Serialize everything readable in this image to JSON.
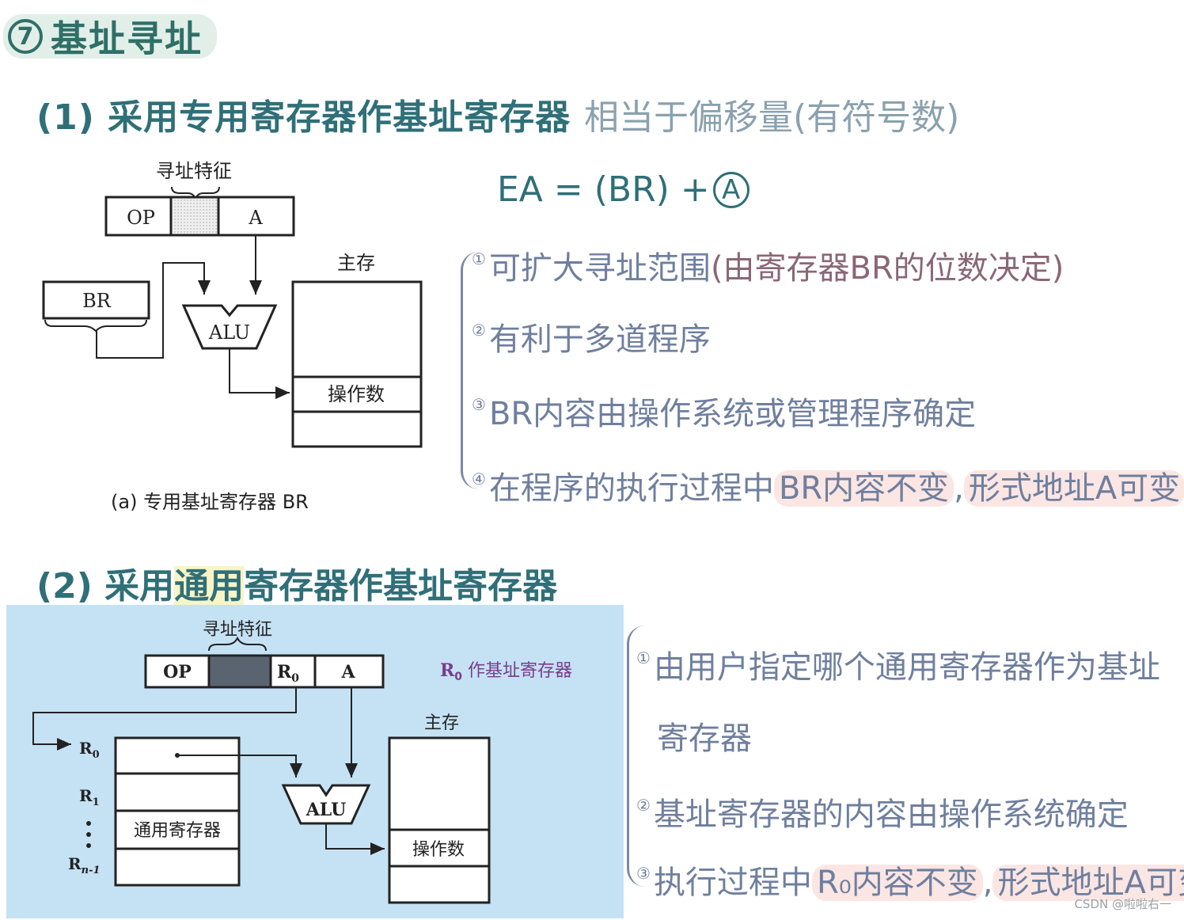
{
  "title": {
    "number": "7",
    "text": "基址寻址"
  },
  "section1": {
    "heading": "(1) 采用专用寄存器作基址寄存器",
    "side_note": "相当于偏移量(有符号数)",
    "formula": {
      "left": "EA = (BR) + ",
      "ring": "A"
    },
    "points": [
      {
        "num": "①",
        "text": "可扩大寻址范围",
        "paren": "(由寄存器BR的位数决定)"
      },
      {
        "num": "②",
        "text": "有利于多道程序"
      },
      {
        "num": "③",
        "text": "BR内容由操作系统或管理程序确定"
      },
      {
        "num": "④",
        "text_a": "在程序的执行过程中",
        "text_b": "BR内容不变",
        "text_c": ",",
        "text_d": "形式地址A可变"
      }
    ],
    "diagram": {
      "label_top": "寻址特征",
      "op": "OP",
      "a": "A",
      "br": "BR",
      "alu": "ALU",
      "memory": "主存",
      "operand": "操作数",
      "caption": "(a) 专用基址寄存器 BR"
    }
  },
  "section2": {
    "heading_a": "(2) 采用",
    "heading_b": "通用",
    "heading_c": "寄存器作基址寄存器",
    "points": [
      {
        "num": "①",
        "text1": "由用户指定哪个通用寄存器作为基址",
        "text2": "寄存器"
      },
      {
        "num": "②",
        "text": "基址寄存器的内容由操作系统确定"
      },
      {
        "num": "③",
        "text_a": "执行过程中",
        "text_b": "R₀内容不变",
        "text_c": ",",
        "text_d": "形式地址A可变"
      }
    ],
    "diagram": {
      "label_top": "寻址特征",
      "op": "OP",
      "r0": "R",
      "r0_sub": "0",
      "a": "A",
      "note_r": "R",
      "note_sub": "0",
      "note": " 作基址寄存器",
      "memory": "主存",
      "reg_r0": "R",
      "reg_r0_sub": "0",
      "reg_r1": "R",
      "reg_r1_sub": "1",
      "reg_rn": "R",
      "reg_rn_sub": "n-1",
      "gpr": "通用寄存器",
      "alu": "ALU",
      "operand": "操作数"
    }
  },
  "watermark": "CSDN @啦啦右一",
  "colors": {
    "heading": "#2f6f78",
    "note": "#6f7f9e",
    "pink_text": "#8a6775",
    "highlight": "#fbe6e4",
    "fig2_bg": "#c5e2f5",
    "purple_note": "#7a3c8c"
  }
}
